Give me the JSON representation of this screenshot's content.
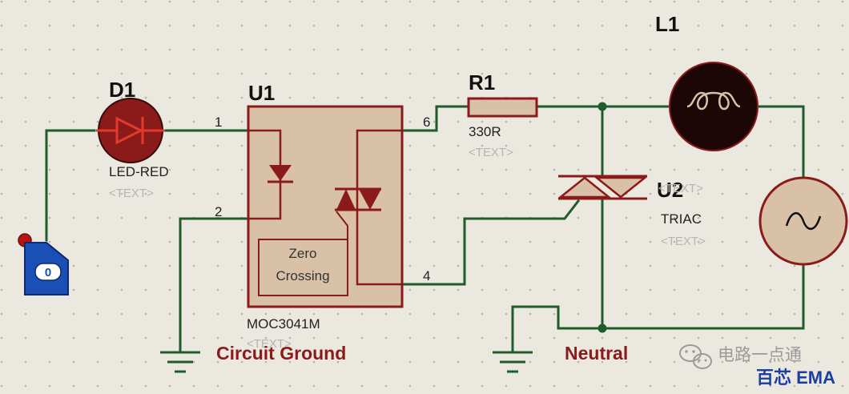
{
  "components": {
    "d1": {
      "ref": "D1",
      "value": "LED-RED",
      "text": "<TEXT>"
    },
    "u1": {
      "ref": "U1",
      "value": "MOC3041M",
      "text": "<TEXT>",
      "zc_line1": "Zero",
      "zc_line2": "Crossing",
      "pins": {
        "p1": "1",
        "p2": "2",
        "p6": "6",
        "p4": "4"
      }
    },
    "r1": {
      "ref": "R1",
      "value": "330R",
      "text": "<TEXT>"
    },
    "u2": {
      "ref": "U2",
      "value": "TRIAC",
      "text1": "<TEXT>",
      "text2": "<TEXT>"
    },
    "l1": {
      "ref": "L1"
    },
    "logic_state": {
      "value": "0"
    }
  },
  "labels": {
    "circuit_ground": "Circuit Ground",
    "neutral": "Neutral"
  },
  "watermark": {
    "channel": "电路一点通",
    "brand": "百芯 EMA"
  },
  "colors": {
    "background": "#ebe8df",
    "wire": "#1f5c2a",
    "component_outline": "#8b1a1a",
    "chip_fill": "#d9c1a8",
    "led_fill": "#8b1a1a",
    "logic_probe": "#1a4fb5"
  }
}
